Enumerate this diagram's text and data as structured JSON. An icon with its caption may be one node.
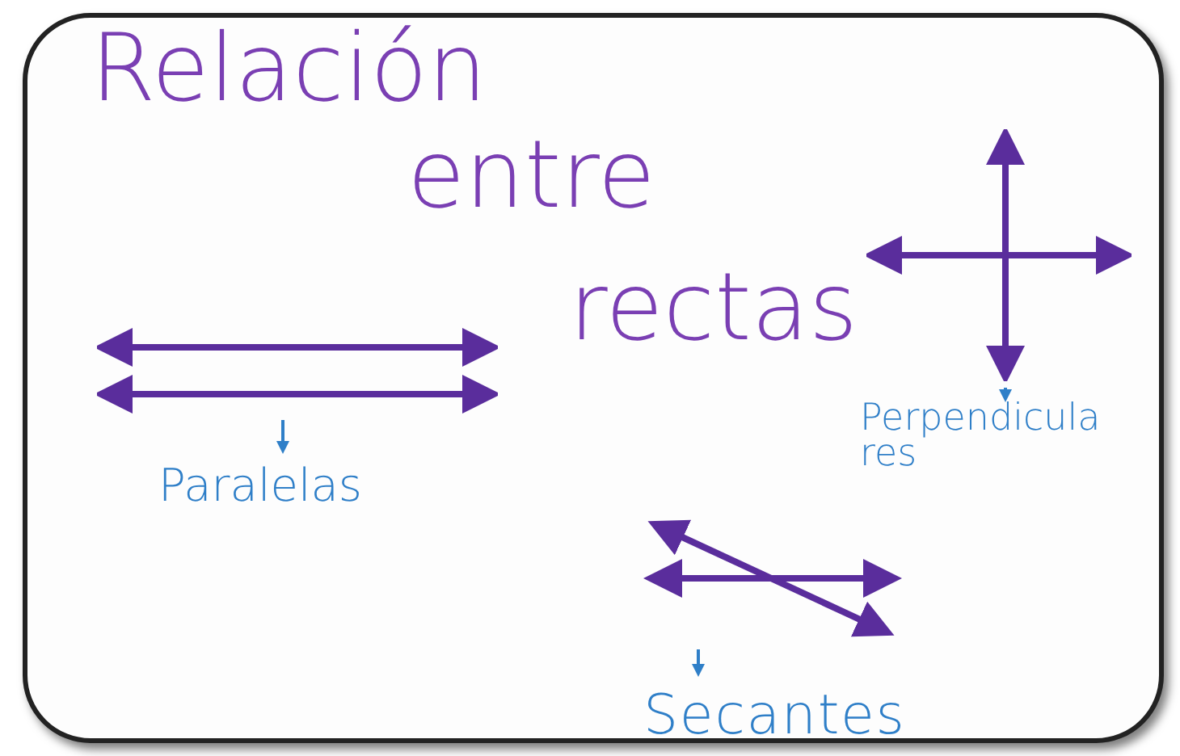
{
  "diagram": {
    "title": "Relación entre rectas",
    "nodes": [
      {
        "text": [],
        "shape": "picture"
      },
      {
        "text": [
          "Paralelas"
        ]
      },
      {
        "text": [],
        "shape": "picture"
      },
      {
        "text": [
          "Perpendicula res"
        ]
      },
      {
        "text": [],
        "shape": "picture"
      },
      {
        "text": [
          "Secantes"
        ]
      }
    ],
    "edges": [
      {
        "from": 0,
        "to": 1,
        "arrow": "to"
      },
      {
        "from": 2,
        "to": 3,
        "arrow": "to"
      },
      {
        "from": 4,
        "to": 5,
        "arrow": "to"
      }
    ]
  }
}
